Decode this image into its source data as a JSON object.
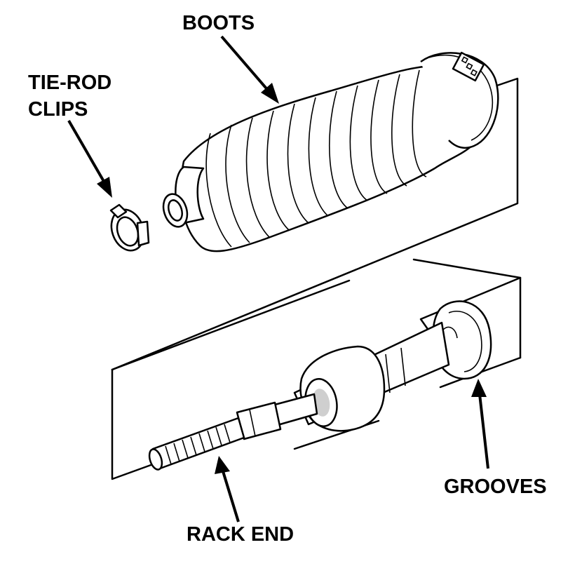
{
  "labels": {
    "boots": "BOOTS",
    "tie_rod_line1": "TIE-ROD",
    "tie_rod_line2": "CLIPS",
    "grooves": "GROOVES",
    "rack_end": "RACK END"
  }
}
